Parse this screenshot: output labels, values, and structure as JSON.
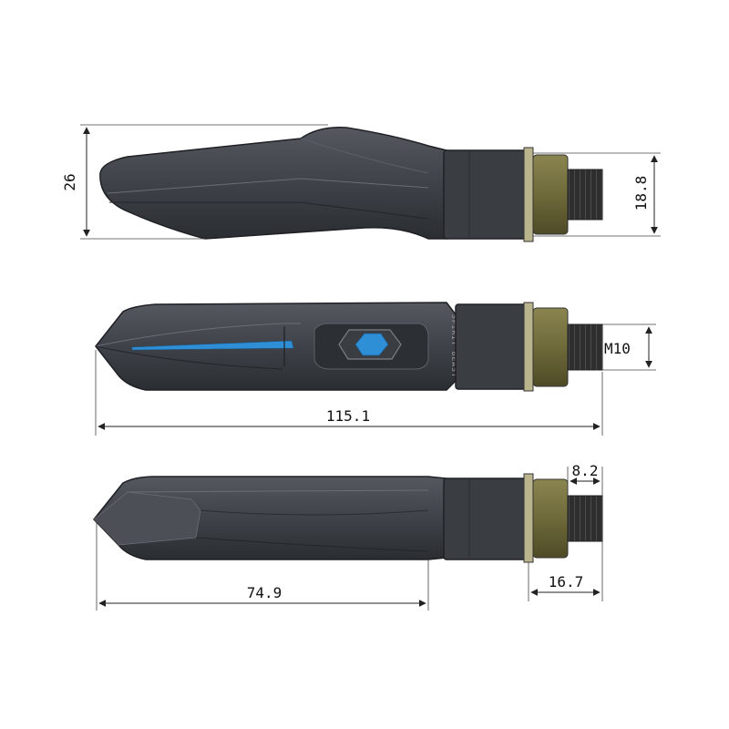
{
  "dimensions": {
    "height_total": "26",
    "height_mount": "18.8",
    "thread": "M10",
    "length_total": "115.1",
    "thread_length": "8.2",
    "body_length": "74.9",
    "mount_length": "16.7"
  },
  "brand_text": "SPIRIT BEAST",
  "colors": {
    "housing": "#3f4349",
    "housing_dark": "#2a2d31",
    "nut": "#6e6a3a",
    "thread": "#2e2e2e",
    "light_blue": "#2f8fd6"
  }
}
